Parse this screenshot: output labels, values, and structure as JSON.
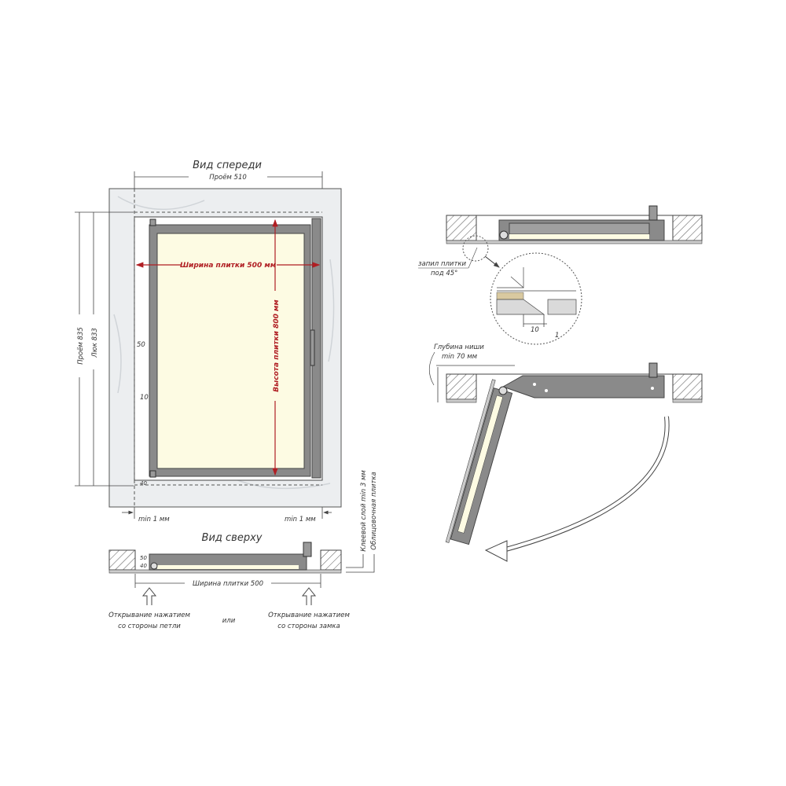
{
  "front_view": {
    "title": "Вид спереди",
    "opening_width": "Проём 510",
    "opening_height": "Проём 835",
    "hatch_height": "Люк 833",
    "tile_width": "Ширина плитки 500 мм",
    "tile_height": "Высота плитки 800 мм",
    "dim_50": "50",
    "dim_10": "10",
    "dim_40": "40",
    "gap_left": "min 1 мм",
    "gap_right": "min 1 мм"
  },
  "layers": {
    "adhesive": "Клеевой слой min 3 мм",
    "tile": "Облицовочная плитка"
  },
  "top_view": {
    "title": "Вид сверху",
    "dim_50": "50",
    "dim_40": "40",
    "tile_width": "Ширина плитки 500",
    "open_hinge_line1": "Открывание нажатием",
    "open_hinge_line2": "со стороны петли",
    "or": "или",
    "open_lock_line1": "Открывание нажатием",
    "open_lock_line2": "со стороны замка"
  },
  "section_detail": {
    "cut_line1": "запил плитки",
    "cut_line2": "под 45°",
    "dim_10": "10",
    "dim_1": "1"
  },
  "open_section": {
    "depth_line1": "Глубина ниши",
    "depth_line2": "min 70 мм"
  },
  "colors": {
    "accent": "#b01e23",
    "frame": "#8a8a8a",
    "tile_face": "#fdfbe3",
    "marble": "#eceef0"
  }
}
